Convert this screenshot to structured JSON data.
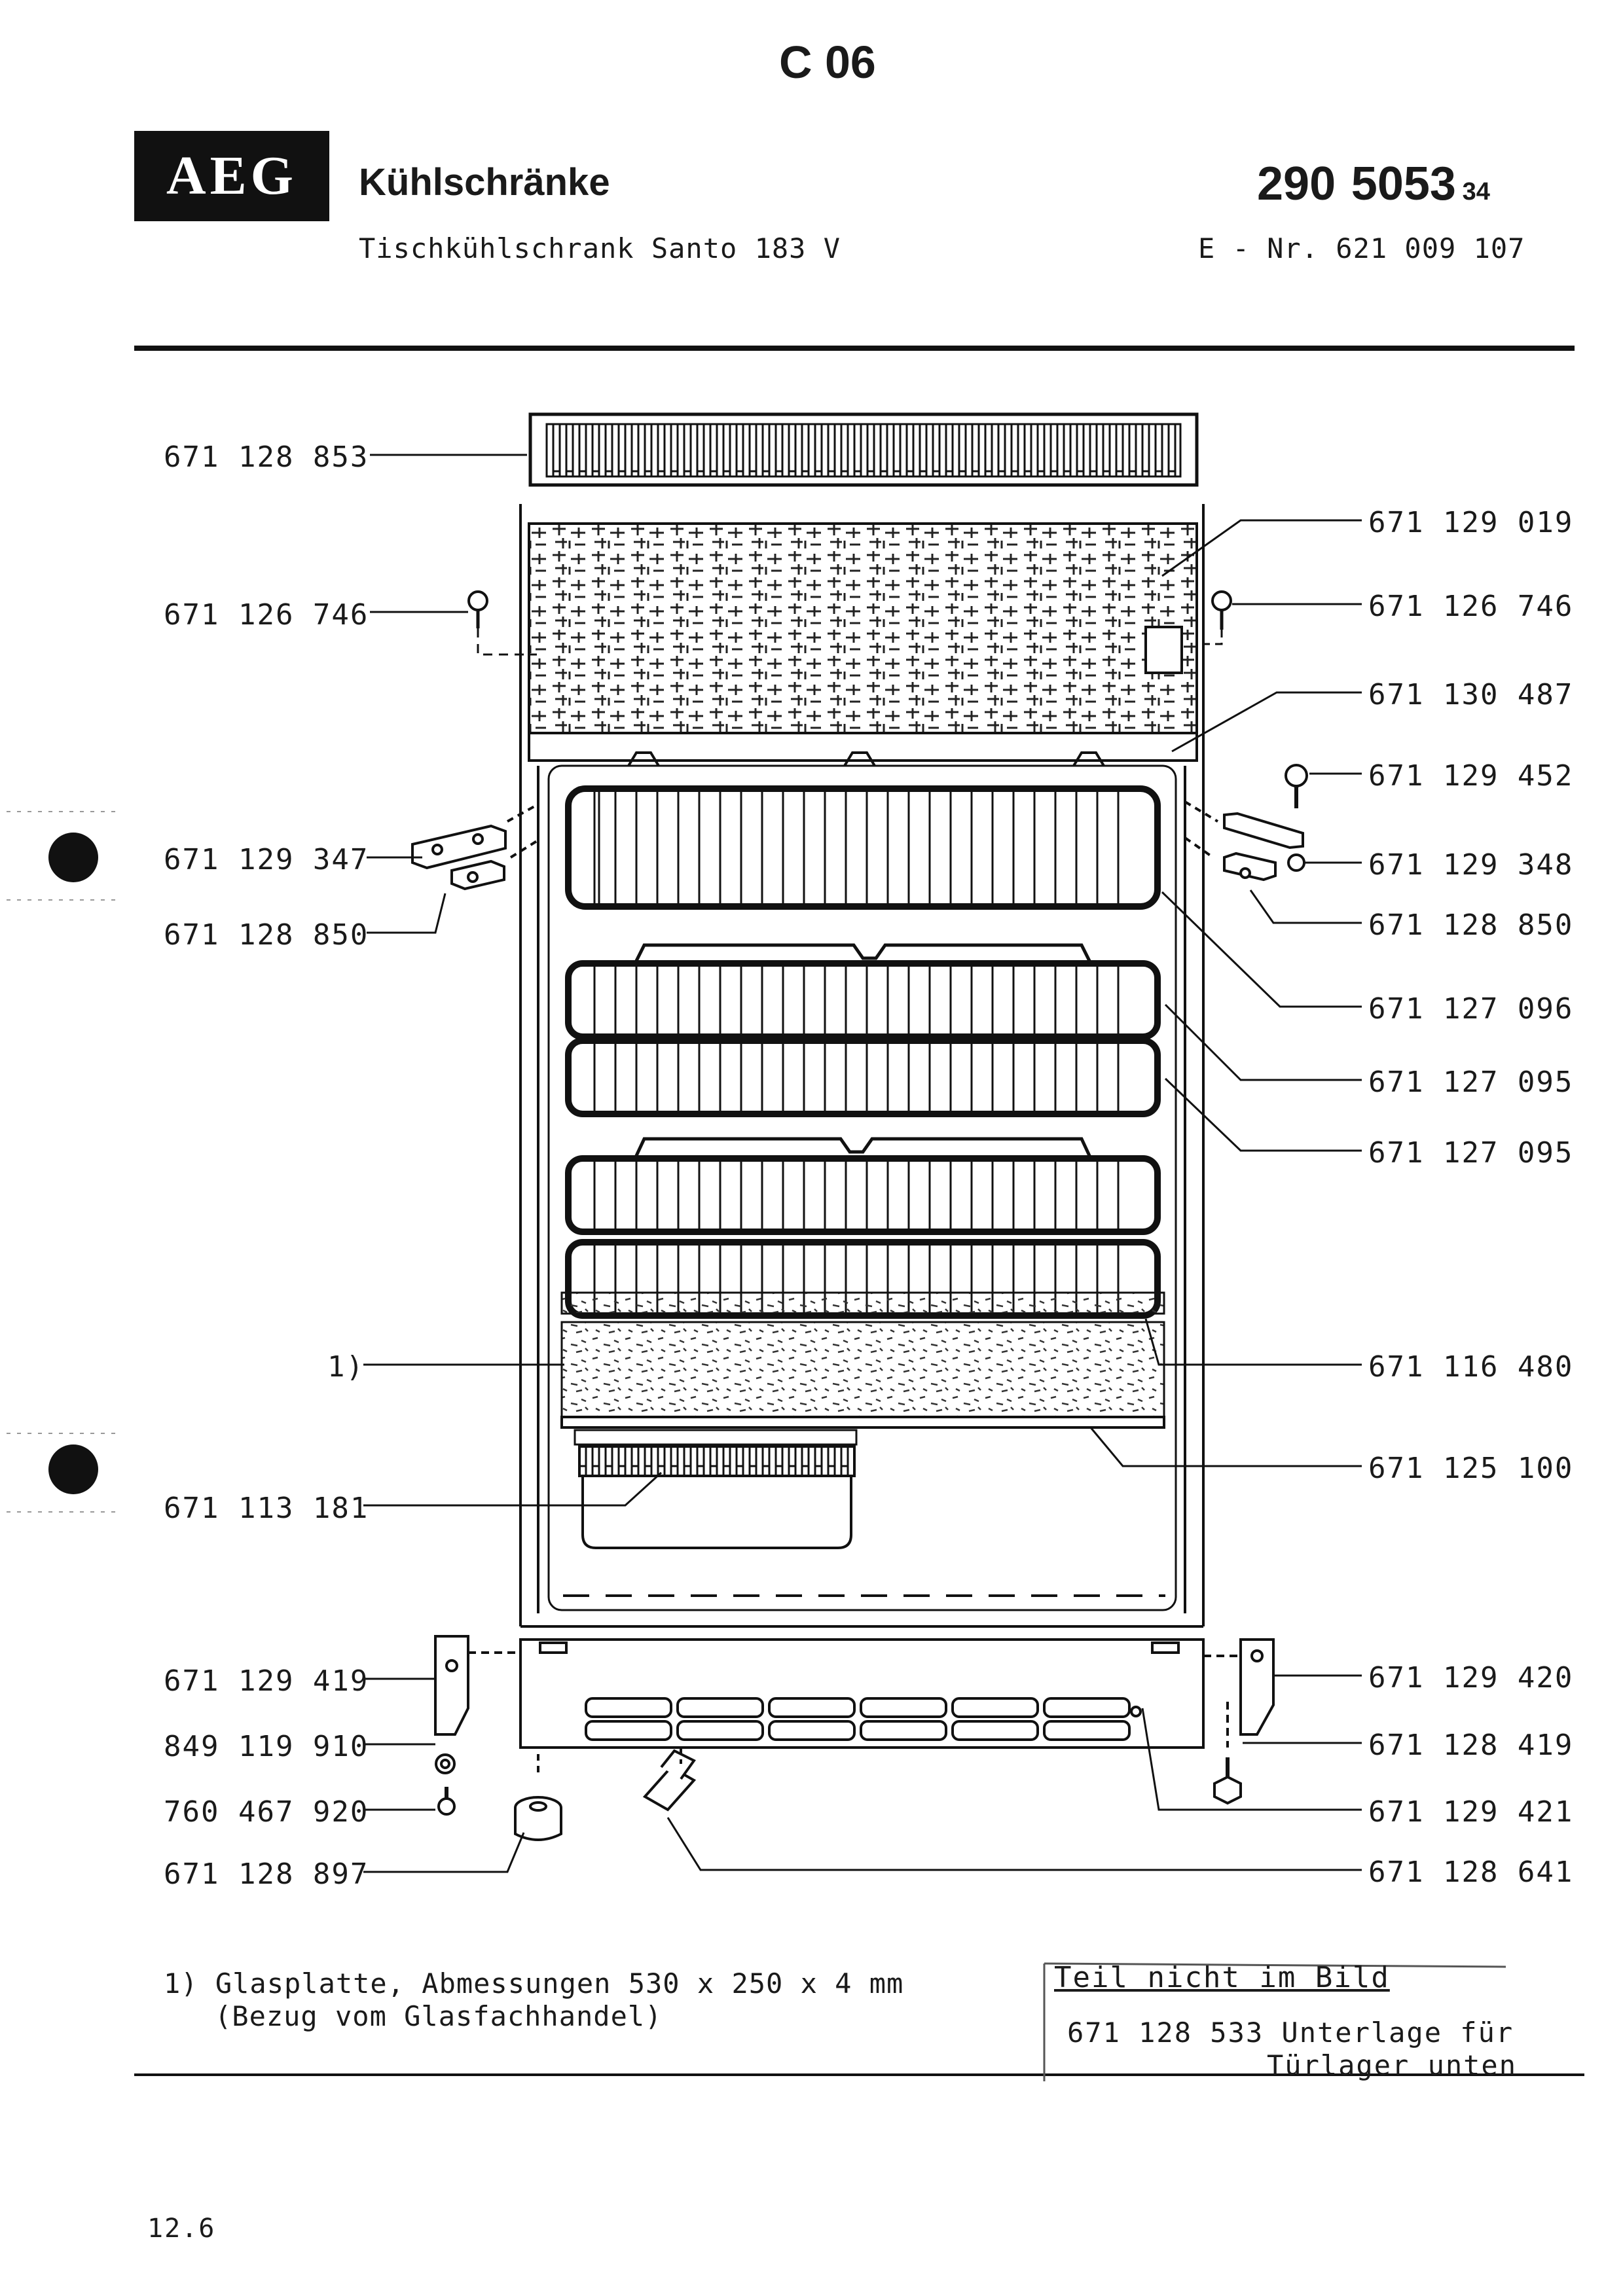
{
  "header": {
    "section_code": "C 06",
    "brand": "AEG",
    "category": "Kühlschränke",
    "model_line": "Tischkühlschrank Santo 183 V",
    "doc_number_prefix": "290",
    "doc_number_main": "5053",
    "doc_number_suffix": "34",
    "e_number": "E - Nr. 621 009 107"
  },
  "parts_left": [
    "671 128 853",
    "671 126 746",
    "671 129 347",
    "671 128 850",
    "1)",
    "671 113 181",
    "671 129 419",
    "849 119 910",
    "760 467 920",
    "671 128 897"
  ],
  "parts_right": [
    "671 129 019",
    "671 126 746",
    "671 130 487",
    "671 129 452",
    "671 129 348",
    "671 128 850",
    "671 127 096",
    "671 127 095",
    "671 127 095",
    "671 116 480",
    "671 125 100",
    "671 129 420",
    "671 128 419",
    "671 129 421",
    "671 128 641"
  ],
  "footnote": {
    "line1": "1) Glasplatte, Abmessungen 530 x 250 x 4 mm",
    "line2": "(Bezug vom Glasfachhandel)"
  },
  "not_in_picture": {
    "title": "Teil nicht im Bild",
    "line1": "671 128 533 Unterlage für",
    "line2": "Türlager unten"
  },
  "page_number": "12.6"
}
